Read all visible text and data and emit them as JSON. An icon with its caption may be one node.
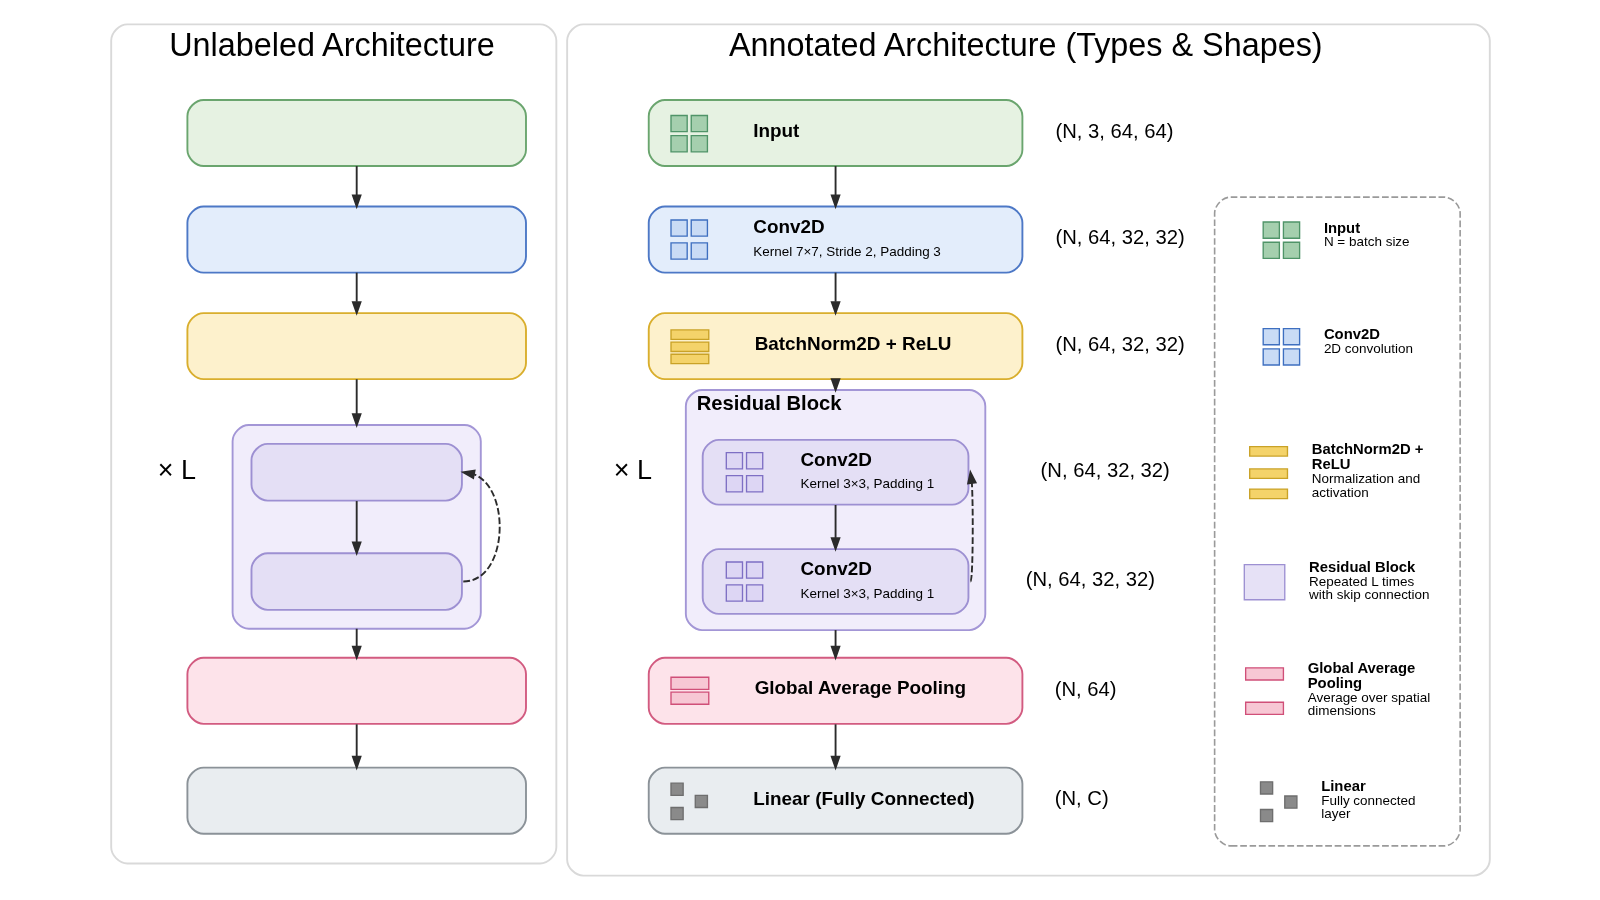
{
  "diagram": {
    "nodes": [
      {
        "text": [
          "Unlabeled Architecture"
        ]
      },
      {
        "text": [],
        "shape": "box",
        "in": 0
      },
      {
        "text": [],
        "shape": "box",
        "in": 0
      },
      {
        "text": [],
        "shape": "box",
        "in": 0
      },
      {
        "text": [],
        "shape": "box",
        "in": 0
      },
      {
        "text": [],
        "shape": "box",
        "in": 4
      },
      {
        "text": [],
        "shape": "box",
        "in": 4
      },
      {
        "text": [],
        "shape": "box",
        "in": 0
      },
      {
        "text": [],
        "shape": "box",
        "in": 0
      },
      {
        "text": [
          "Annotated Architecture (Types & Shapes)"
        ]
      },
      {
        "text": [
          "Input"
        ],
        "in": 9,
        "beside": [
          "(N, 3, 64, 64)"
        ]
      },
      {
        "text": [
          "Conv2D",
          "Kernel 7×7, Stride 2, Padding 3"
        ],
        "in": 9,
        "beside": [
          "(N, 64, 32, 32)"
        ]
      },
      {
        "text": [
          "BatchNorm2D + ReLU"
        ],
        "in": 9,
        "beside": [
          "(N, 64, 32, 32)"
        ]
      },
      {
        "text": [
          "Residual Block"
        ],
        "in": 9
      },
      {
        "text": [
          "Conv2D",
          "Kernel 3×3, Padding 1"
        ],
        "in": 13,
        "beside": [
          "(N, 64, 32, 32)"
        ]
      },
      {
        "text": [
          "Conv2D",
          "Kernel 3×3, Padding 1"
        ],
        "in": 13,
        "beside": [
          "(N, 64, 32, 32)"
        ]
      },
      {
        "text": [
          "Global Average Pooling"
        ],
        "in": 9,
        "beside": [
          "(N, 64)"
        ]
      },
      {
        "text": [
          "Linear (Fully Connected)"
        ],
        "in": 9,
        "beside": [
          "(N, C)"
        ]
      },
      {
        "text": [],
        "shape": "box",
        "in": 9
      }
    ],
    "edges": [
      {
        "from": 1,
        "to": 2,
        "arrow": "to"
      },
      {
        "from": 2,
        "to": 3,
        "arrow": "to"
      },
      {
        "from": 3,
        "to": 4,
        "arrow": "to"
      },
      {
        "from": 5,
        "to": 6,
        "arrow": "to"
      },
      {
        "from": 6,
        "to": 5,
        "arrow": "to",
        "style": "dashed"
      },
      {
        "from": 4,
        "to": 7,
        "arrow": "to"
      },
      {
        "from": 7,
        "to": 8,
        "arrow": "to"
      },
      {
        "from": 10,
        "to": 11,
        "arrow": "to"
      },
      {
        "from": 11,
        "to": 12,
        "arrow": "to"
      },
      {
        "from": 12,
        "to": 13,
        "arrow": "to"
      },
      {
        "from": 14,
        "to": 15,
        "arrow": "to"
      },
      {
        "from": 15,
        "to": 14,
        "arrow": "to",
        "style": "dashed"
      },
      {
        "from": 13,
        "to": 16,
        "arrow": "to"
      },
      {
        "from": 16,
        "to": 17,
        "arrow": "to"
      }
    ],
    "labels": [
      "× L",
      "× L"
    ],
    "legend": [
      {
        "text": "**Input** N = batch size",
        "color": "#a5cfae"
      },
      {
        "text": "**Conv2D** 2D convolution",
        "color": "#c9dbf5"
      },
      {
        "text": "**BatchNorm2D + ReLU** Normalization and activation",
        "color": "#f4d36a"
      },
      {
        "text": "**Residual Block** Repeated L times with skip connection",
        "color": "#e6e1f6"
      },
      {
        "text": "**Global Average Pooling** Average over spatial dimensions",
        "color": "#f7c7d4"
      },
      {
        "text": "**Linear** Fully connected layer",
        "color": "#8a8a8a"
      }
    ]
  }
}
